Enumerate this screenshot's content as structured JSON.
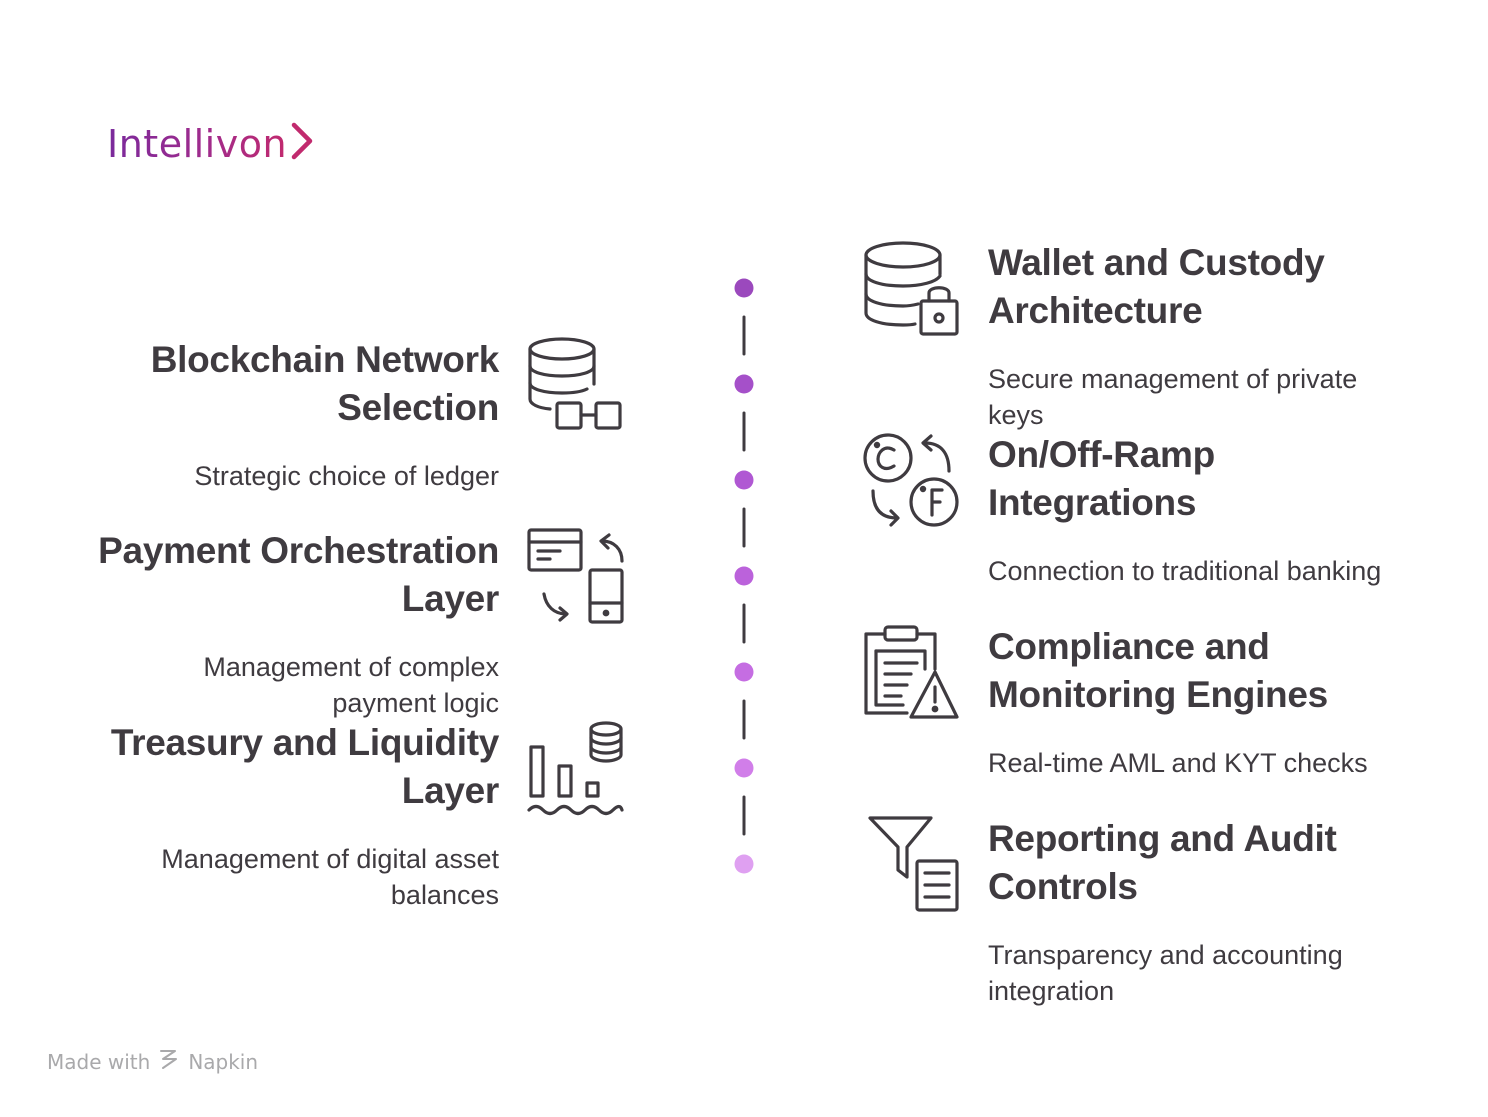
{
  "brand": {
    "name": "Intellivon"
  },
  "left_items": [
    {
      "title_line1": "Blockchain Network",
      "title_line2": "Selection",
      "desc_line1": "Strategic choice of ledger",
      "desc_line2": "",
      "icon": "database-link-icon"
    },
    {
      "title_line1": "Payment Orchestration",
      "title_line2": "Layer",
      "desc_line1": "Management of complex",
      "desc_line2": "payment logic",
      "icon": "card-phone-exchange-icon"
    },
    {
      "title_line1": "Treasury and Liquidity",
      "title_line2": "Layer",
      "desc_line1": "Management of digital asset",
      "desc_line2": "balances",
      "icon": "liquidity-chart-icon"
    }
  ],
  "right_items": [
    {
      "title_line1": "Wallet and Custody",
      "title_line2": "Architecture",
      "desc_line1": "Secure management of private",
      "desc_line2": "keys",
      "icon": "database-lock-icon"
    },
    {
      "title_line1": "On/Off-Ramp",
      "title_line2": "Integrations",
      "desc_line1": "Connection to traditional banking",
      "desc_line2": "",
      "icon": "currency-exchange-icon"
    },
    {
      "title_line1": "Compliance and",
      "title_line2": "Monitoring Engines",
      "desc_line1": "Real-time AML and KYT checks",
      "desc_line2": "",
      "icon": "clipboard-warning-icon"
    },
    {
      "title_line1": "Reporting and Audit",
      "title_line2": "Controls",
      "desc_line1": "Transparency and accounting",
      "desc_line2": "integration",
      "icon": "filter-document-icon"
    }
  ],
  "colors": {
    "text": "#3f3b40",
    "dots": [
      "#9b49bd",
      "#a550c9",
      "#b058d3",
      "#bb62db",
      "#c56de2",
      "#d17ee9",
      "#dfa0f1"
    ]
  },
  "footer": {
    "made_with": "Made with",
    "brand": "Napkin"
  }
}
